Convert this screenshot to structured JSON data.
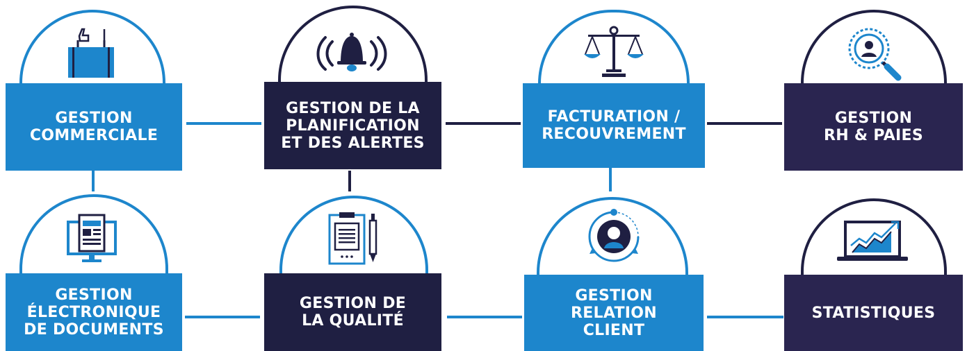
{
  "modules": [
    {
      "id": "commerciale",
      "lines": [
        "GESTION",
        "COMMERCIALE"
      ],
      "color": "#1d86cc",
      "icon": "briefcase-hand-icon"
    },
    {
      "id": "planification",
      "lines": [
        "GESTION DE LA",
        "PLANIFICATION",
        "ET DES ALERTES"
      ],
      "color": "#1f1f42",
      "icon": "alarm-bell-icon"
    },
    {
      "id": "facturation",
      "lines": [
        "FACTURATION /",
        "RECOUVREMENT"
      ],
      "color": "#1d86cc",
      "icon": "balance-scale-icon"
    },
    {
      "id": "rh",
      "lines": [
        "GESTION",
        "RH & PAIES"
      ],
      "color": "#2a2550",
      "icon": "magnifier-person-icon"
    },
    {
      "id": "ged",
      "lines": [
        "GESTION",
        "ÉLECTRONIQUE",
        "DE DOCUMENTS"
      ],
      "color": "#1d86cc",
      "icon": "monitor-document-icon"
    },
    {
      "id": "qualite",
      "lines": [
        "GESTION DE",
        "LA QUALITÉ"
      ],
      "color": "#1f1f42",
      "icon": "clipboard-pen-icon"
    },
    {
      "id": "crm",
      "lines": [
        "GESTION",
        "RELATION",
        "CLIENT"
      ],
      "color": "#1d86cc",
      "icon": "user-cycle-icon"
    },
    {
      "id": "stats",
      "lines": [
        "STATISTIQUES"
      ],
      "color": "#2a2550",
      "icon": "laptop-chart-icon"
    }
  ]
}
